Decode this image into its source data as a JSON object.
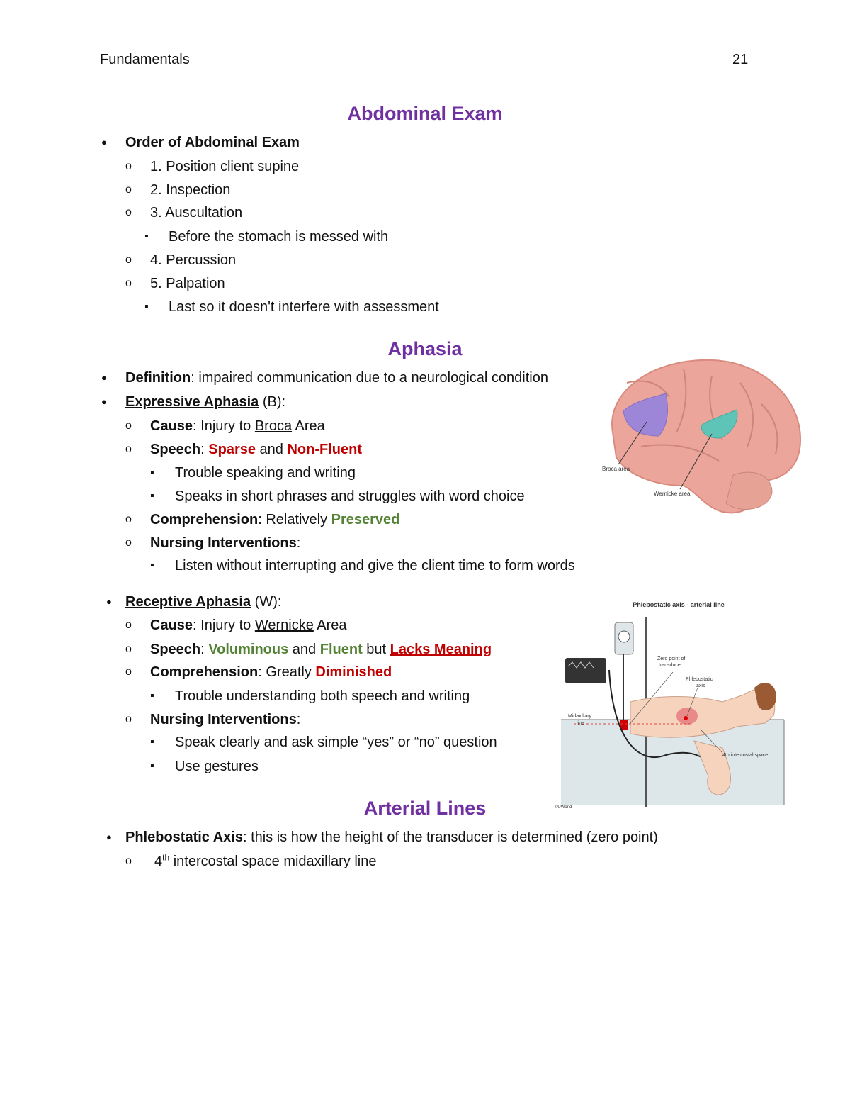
{
  "header": {
    "title": "Fundamentals",
    "page_number": "21"
  },
  "colors": {
    "heading": "#7030a0",
    "red": "#c00000",
    "green": "#548235"
  },
  "headings": [
    "Abdominal Exam",
    "Aphasia",
    "Arterial Lines"
  ],
  "lines": [
    {
      "level": 1,
      "segs": [
        {
          "t": "Order of Abdominal Exam",
          "b": true
        }
      ]
    },
    {
      "level": 2,
      "segs": [
        {
          "t": "1. Position client supine"
        }
      ]
    },
    {
      "level": 2,
      "segs": [
        {
          "t": "2. Inspection"
        }
      ]
    },
    {
      "level": 2,
      "segs": [
        {
          "t": "3. Auscultation"
        }
      ]
    },
    {
      "level": 3,
      "segs": [
        {
          "t": "Before the stomach is messed with"
        }
      ]
    },
    {
      "level": 2,
      "segs": [
        {
          "t": "4. Percussion"
        }
      ]
    },
    {
      "level": 2,
      "segs": [
        {
          "t": "5. Palpation"
        }
      ]
    },
    {
      "level": 3,
      "segs": [
        {
          "t": "Last so it doesn't interfere with assessment"
        }
      ]
    },
    {
      "level": 1,
      "segs": [
        {
          "t": "Definition",
          "b": true
        },
        {
          "t": ": impaired communication due to a neurological condition"
        }
      ]
    },
    {
      "level": 1,
      "segs": [
        {
          "t": "Expressive Aphasia",
          "b": true,
          "u": true
        },
        {
          "t": " (B):"
        }
      ]
    },
    {
      "level": 2,
      "segs": [
        {
          "t": "Cause",
          "b": true
        },
        {
          "t": ": Injury to "
        },
        {
          "t": "Broca",
          "u": true
        },
        {
          "t": " Area"
        }
      ]
    },
    {
      "level": 2,
      "segs": [
        {
          "t": "Speech",
          "b": true
        },
        {
          "t": ": "
        },
        {
          "t": "Sparse",
          "b": true,
          "c": "red"
        },
        {
          "t": " and "
        },
        {
          "t": "Non-Fluent",
          "b": true,
          "c": "red"
        }
      ]
    },
    {
      "level": 3,
      "segs": [
        {
          "t": "Trouble speaking and writing"
        }
      ]
    },
    {
      "level": 3,
      "segs": [
        {
          "t": "Speaks in short phrases and struggles with word choice"
        }
      ]
    },
    {
      "level": 2,
      "segs": [
        {
          "t": "Comprehension",
          "b": true
        },
        {
          "t": ": Relatively "
        },
        {
          "t": "Preserved",
          "b": true,
          "c": "green"
        }
      ]
    },
    {
      "level": 2,
      "segs": [
        {
          "t": "Nursing Interventions",
          "b": true
        },
        {
          "t": ":"
        }
      ]
    },
    {
      "level": 3,
      "segs": [
        {
          "t": "Listen without interrupting and give the client time to form words"
        }
      ]
    },
    {
      "level": 1,
      "segs": [
        {
          "t": "Receptive Aphasia",
          "b": true,
          "u": true
        },
        {
          "t": " (W):"
        }
      ]
    },
    {
      "level": 2,
      "segs": [
        {
          "t": "Cause",
          "b": true
        },
        {
          "t": ": Injury to "
        },
        {
          "t": "Wernicke",
          "u": true
        },
        {
          "t": " Area"
        }
      ]
    },
    {
      "level": 2,
      "segs": [
        {
          "t": "Speech",
          "b": true
        },
        {
          "t": ": "
        },
        {
          "t": "Voluminous",
          "b": true,
          "c": "green"
        },
        {
          "t": " and "
        },
        {
          "t": "Fluent",
          "b": true,
          "c": "green"
        },
        {
          "t": " but "
        },
        {
          "t": "Lacks Meaning",
          "b": true,
          "u": true,
          "c": "red"
        }
      ]
    },
    {
      "level": 2,
      "segs": [
        {
          "t": "Comprehension",
          "b": true
        },
        {
          "t": ": Greatly "
        },
        {
          "t": "Diminished",
          "b": true,
          "c": "red"
        }
      ]
    },
    {
      "level": 3,
      "segs": [
        {
          "t": "Trouble understanding both speech and writing"
        }
      ]
    },
    {
      "level": 2,
      "segs": [
        {
          "t": "Nursing Interventions",
          "b": true
        },
        {
          "t": ":"
        }
      ]
    },
    {
      "level": 3,
      "segs": [
        {
          "t": "Speak clearly and ask simple “yes” or “no” question"
        }
      ]
    },
    {
      "level": 3,
      "segs": [
        {
          "t": "Use gestures"
        }
      ]
    },
    {
      "level": 1,
      "segs": [
        {
          "t": "Phlebostatic Axis",
          "b": true
        },
        {
          "t": ": this is how the height of the transducer is determined (zero point)"
        }
      ]
    },
    {
      "level": 2,
      "segs": [
        {
          "t": "4"
        },
        {
          "t": "th",
          "sup": true
        },
        {
          "t": " intercostal space midaxillary line"
        }
      ]
    }
  ],
  "brain_figure": {
    "labels": [
      "Broca area",
      "Wernicke area"
    ]
  },
  "arterial_figure": {
    "title": "Phlebostatic axis - arterial line",
    "labels": [
      "Zero point of",
      "transducer",
      "Phlebostatic",
      "axis",
      "Midaxillary",
      "line",
      "4th intercostal space"
    ],
    "credit": "©UWorld"
  }
}
